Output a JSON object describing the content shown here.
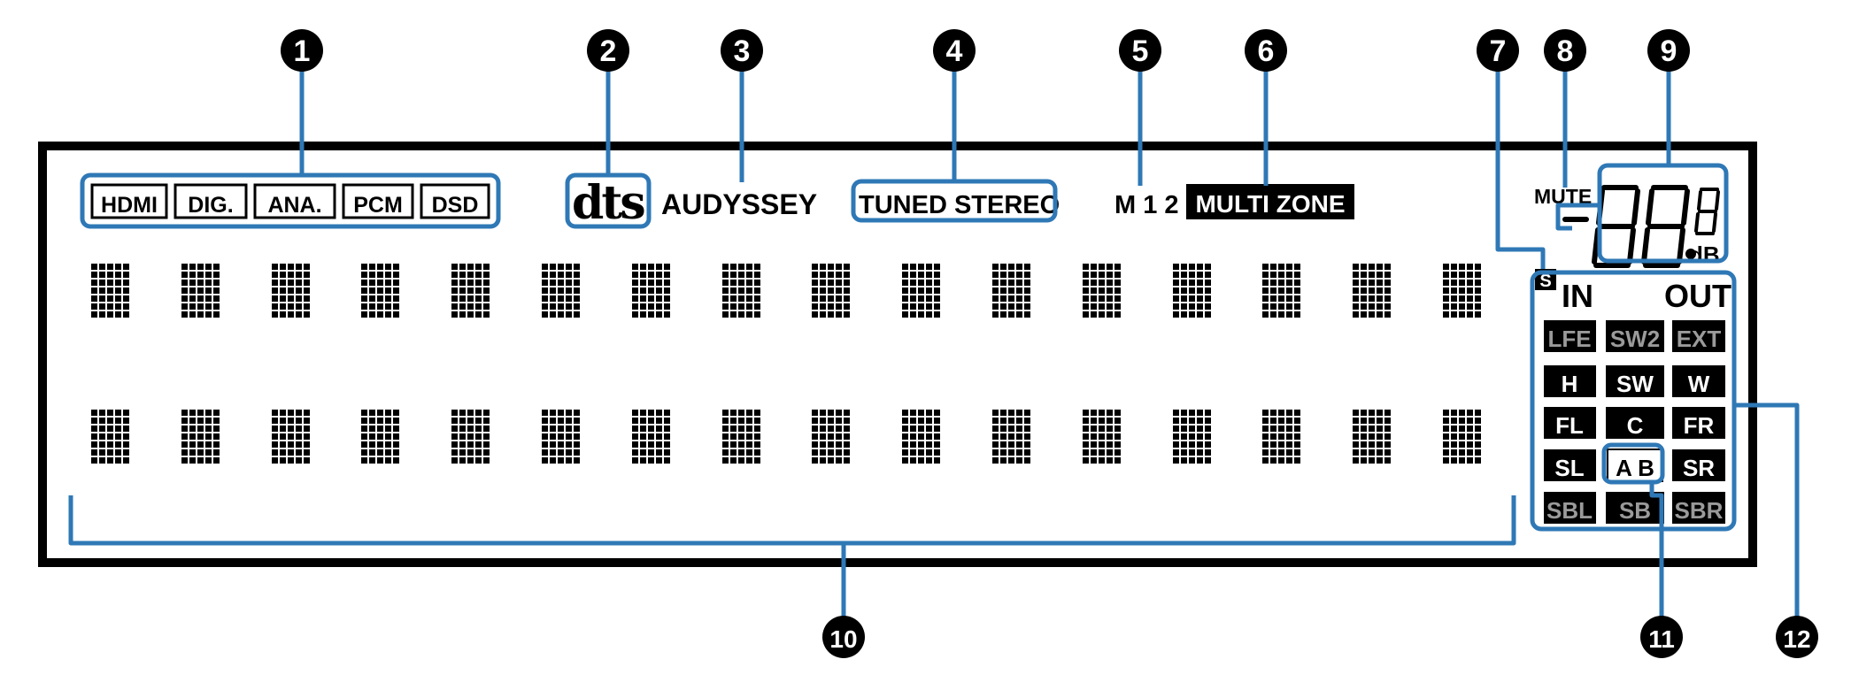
{
  "colors": {
    "frame": "#000000",
    "callout_line": "#2f78b6",
    "dim_text": "#9a9a9a",
    "inverse_bg": "#000000",
    "inverse_text": "#ffffff",
    "marker_bg": "#000000",
    "marker_text": "#ffffff"
  },
  "input_indicators": [
    "HDMI",
    "DIG.",
    "ANA.",
    "PCM",
    "DSD"
  ],
  "dts_logo": "dts",
  "audyssey": "AUDYSSEY",
  "tuned_stereo": "TUNED STEREO",
  "memory_indicators": "M 1 2",
  "multi_zone": "MULTI ZONE",
  "sleep_indicator": "S",
  "mute": "MUTE",
  "volume_unit": "dB",
  "channel_panel": {
    "in_label": "IN",
    "out_label": "OUT",
    "rows": [
      [
        "LFE",
        "SW2",
        "EXT"
      ],
      [
        "H",
        "SW",
        "W"
      ],
      [
        "FL",
        "C",
        "FR"
      ],
      [
        "SL",
        "A B",
        "SR"
      ],
      [
        "SBL",
        "SB",
        "SBR"
      ]
    ]
  },
  "callouts": [
    "1",
    "2",
    "3",
    "4",
    "5",
    "6",
    "7",
    "8",
    "9",
    "10",
    "11",
    "12"
  ]
}
